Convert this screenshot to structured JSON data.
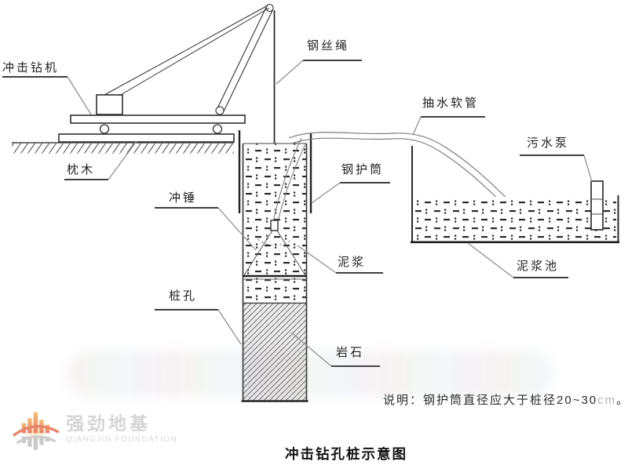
{
  "diagram": {
    "title": "冲击钻孔桩示意图",
    "note": {
      "label": "说明：",
      "body": "钢护筒直径应大于桩径20~30",
      "unit": "cm",
      "period": "。"
    },
    "labels": {
      "drill_rig": "冲击钻机",
      "sleeper": "枕木",
      "wire_rope": "钢丝绳",
      "pump_hose": "抽水软管",
      "sewage_pump": "污水泵",
      "steel_casing": "钢护筒",
      "impact_hammer": "冲锤",
      "mud": "泥浆",
      "mud_pool": "泥浆池",
      "pile_hole": "桩孔",
      "rock": "岩石"
    },
    "colors": {
      "linework": "#333333",
      "leader": "#8f8f8f",
      "label_text": "#1f1f1f"
    }
  },
  "logo": {
    "name_cn": "强劲地基",
    "name_en": "QIANGJIN FOUNDATION",
    "accent_orange": "#f08a3c",
    "accent_red": "#e2492c",
    "gray": "#c6c6c6"
  }
}
